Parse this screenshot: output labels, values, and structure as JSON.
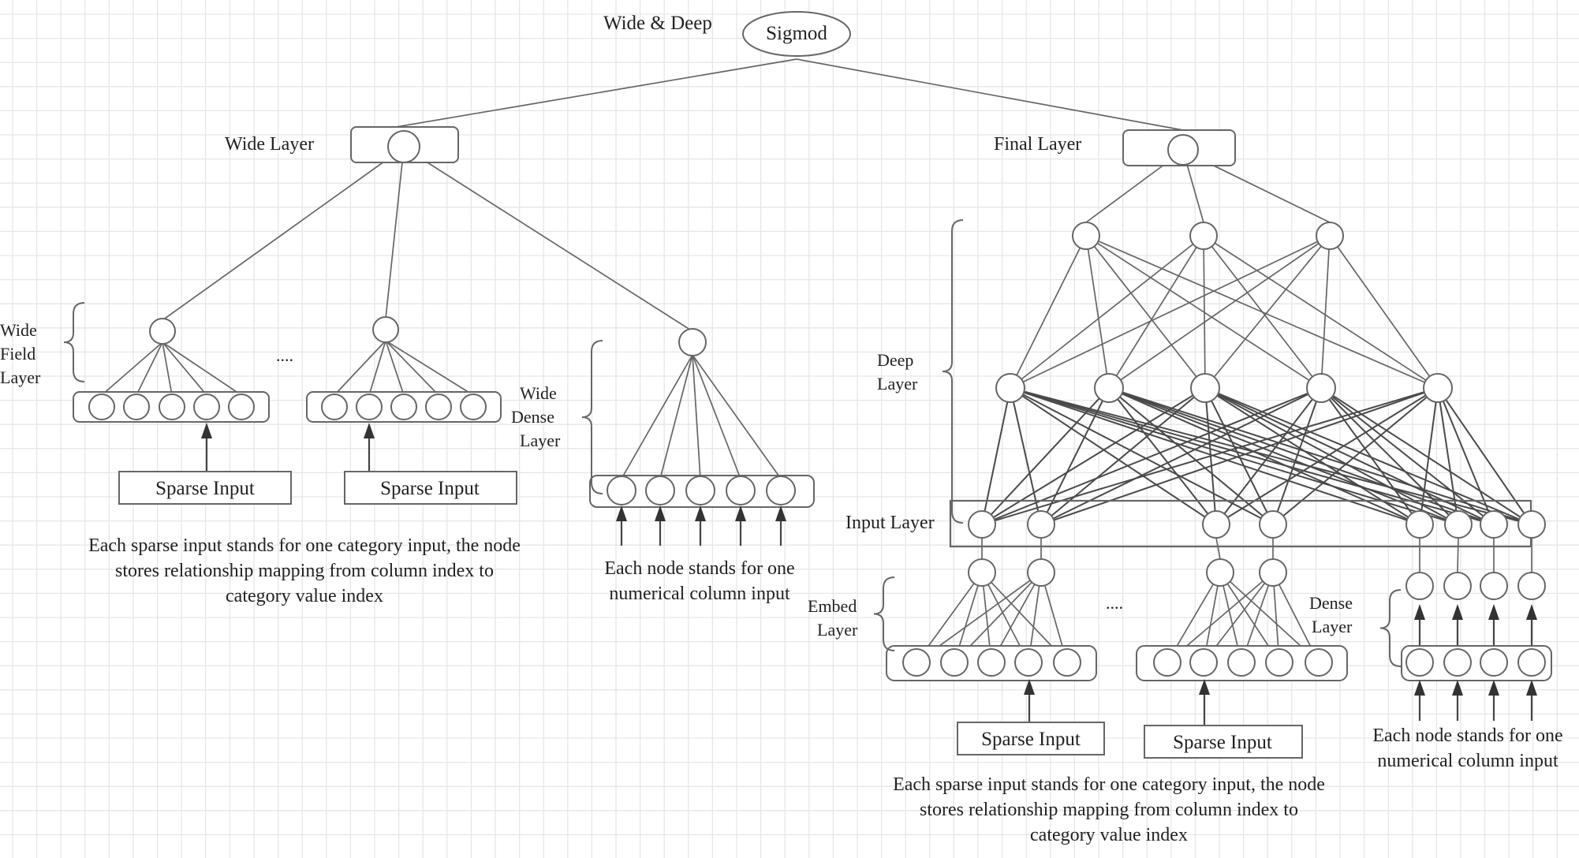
{
  "title": "Wide & Deep",
  "output_node": "Sigmod",
  "labels": {
    "wide_layer": "Wide Layer",
    "final_layer": "Final Layer",
    "wide_field_layer": [
      "Wide",
      "Field",
      "Layer"
    ],
    "wide_dense_layer": [
      "Wide",
      "Dense",
      "Layer"
    ],
    "deep_layer": [
      "Deep",
      "Layer"
    ],
    "input_layer": "Input Layer",
    "embed_layer": [
      "Embed",
      "Layer"
    ],
    "dense_layer": [
      "Dense",
      "Layer"
    ],
    "ellipsis_wide": "....",
    "ellipsis_deep": "...."
  },
  "sparse_input": "Sparse Input",
  "descriptions": {
    "wide_sparse": [
      "Each sparse input stands for one category input, the node",
      "stores relationship mapping from column index to",
      "category value index"
    ],
    "wide_dense": [
      "Each node stands for one",
      "numerical column input"
    ],
    "deep_sparse": [
      "Each sparse input stands for one category input, the node",
      "stores relationship mapping from column index to",
      "category value index"
    ],
    "deep_dense": [
      "Each node stands for one",
      "numerical column input"
    ]
  },
  "colors": {
    "line": "#666666",
    "grid": "#e6e6e6",
    "text": "#222222"
  }
}
